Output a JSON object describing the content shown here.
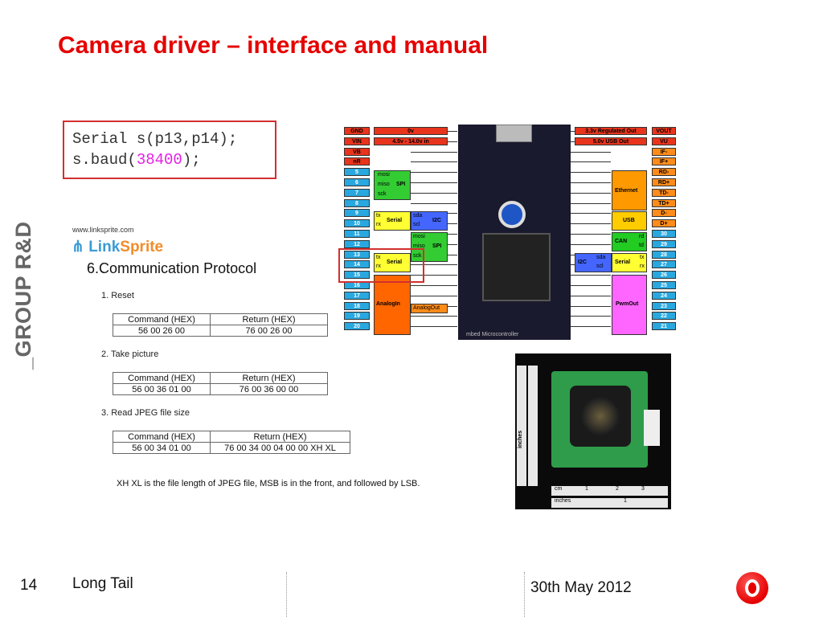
{
  "slide": {
    "title": "Camera driver – interface and manual",
    "side_brand": "_GROUP R&D",
    "footer": {
      "page_number": "14",
      "left_text": "Long Tail",
      "date": "30th May 2012"
    }
  },
  "code": {
    "line1": "Serial s(p13,p14);",
    "line2_prefix": "s.baud(",
    "line2_number": "38400",
    "line2_suffix": ");"
  },
  "manual": {
    "url": "www.linksprite.com",
    "logo_link": "Link",
    "logo_sprite": "Sprite",
    "heading": "6.Communication Protocol",
    "col_command": "Command (HEX)",
    "col_return": "Return (HEX)",
    "steps": [
      {
        "label": "1.  Reset",
        "command": "56 00 26 00",
        "return": "76 00 26 00"
      },
      {
        "label": "2.  Take picture",
        "command": "56 00 36 01 00",
        "return": "76 00 36 00 00"
      },
      {
        "label": "3.  Read JPEG file size",
        "command": "56 00 34 01 00",
        "return": "76 00 34 00 04 00 00 XH XL"
      }
    ],
    "note": "XH XL is the file length of JPEG file, MSB is in the front, and followed by LSB."
  },
  "pinout": {
    "left_pins": [
      "GND",
      "VIN",
      "VB",
      "nR",
      "5",
      "6",
      "7",
      "8",
      "9",
      "10",
      "11",
      "12",
      "13",
      "14",
      "15",
      "16",
      "17",
      "18",
      "19",
      "20"
    ],
    "right_pins": [
      "VOUT",
      "VU",
      "IF-",
      "IF+",
      "RD-",
      "RD+",
      "TD-",
      "TD+",
      "D-",
      "D+",
      "30",
      "29",
      "28",
      "27",
      "26",
      "25",
      "24",
      "23",
      "22",
      "21"
    ],
    "left_power": [
      "0v",
      "4.5v - 14.0v in"
    ],
    "right_power": [
      "3.3v Regulated Out",
      "5.0v USB Out"
    ],
    "spi1": [
      "mosi",
      "miso",
      "sck",
      "SPI"
    ],
    "serial1": [
      "tx",
      "rx",
      "Serial"
    ],
    "i2c1": [
      "sda",
      "scl",
      "I2C"
    ],
    "spi2": [
      "mosi",
      "miso",
      "sck",
      "SPI"
    ],
    "serial2": [
      "tx",
      "rx",
      "Serial"
    ],
    "analog_in": "AnalogIn",
    "analog_out": "AnalogOut",
    "ethernet": "Ethernet",
    "usb": "USB",
    "can": [
      "CAN",
      "rd",
      "td"
    ],
    "i2c2": [
      "I2C",
      "sda",
      "scl"
    ],
    "serial3": [
      "Serial",
      "tx",
      "rx"
    ],
    "pwm_out": "PwmOut",
    "board_label": "mbed Microcontroller"
  },
  "camera_photo": {
    "ruler_cm": "cm",
    "ruler_inches": "inches",
    "ticks_cm": [
      "1",
      "2",
      "3"
    ],
    "ticks_in": [
      "1"
    ]
  },
  "colors": {
    "title_red": "#e60000",
    "code_box_border": "#d32f2f",
    "code_number": "#e61fe6",
    "pin_blue": "#29a8e0",
    "pin_red": "#e8341c",
    "pin_orange": "#ff8c1a",
    "spi_green": "#33cc33",
    "serial_yellow": "#ffff33",
    "i2c_blue": "#4466ff",
    "analog_orange": "#ff6600",
    "pwm_magenta": "#ff66ff",
    "can_green": "#22cc22",
    "ethernet_orange": "#ff9900"
  }
}
